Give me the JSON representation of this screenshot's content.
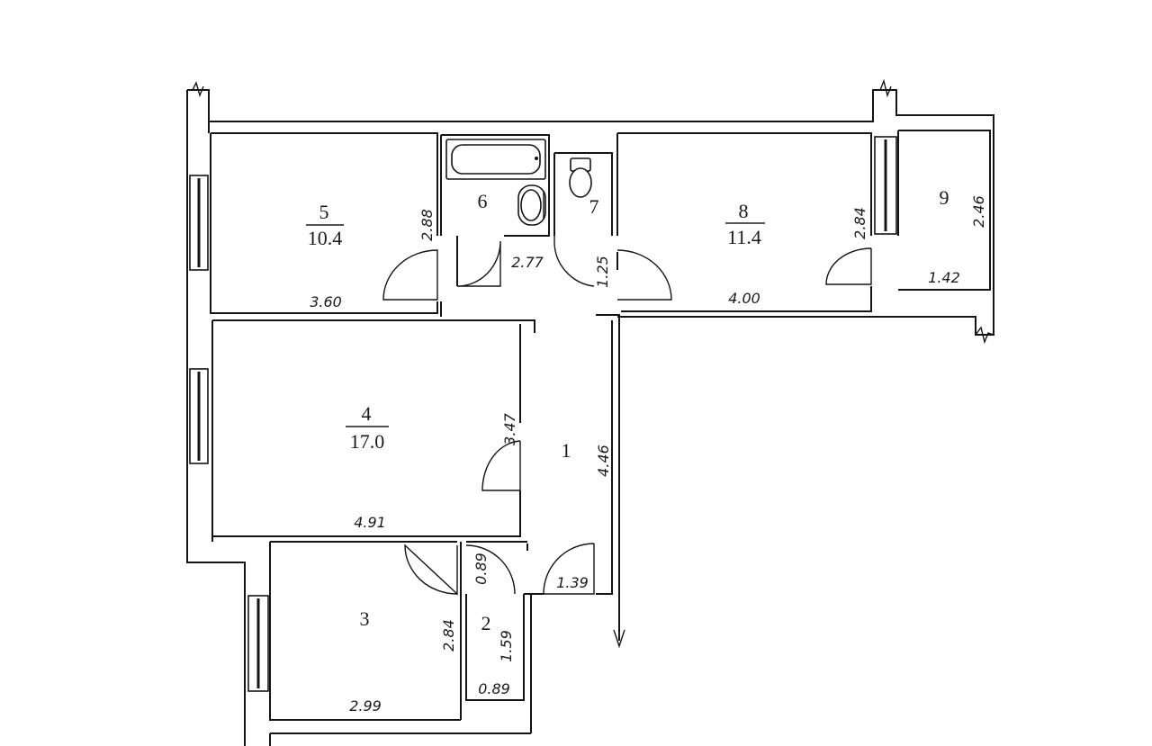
{
  "rooms": [
    {
      "id": "5",
      "number": "5",
      "area": "10.4"
    },
    {
      "id": "6",
      "number": "6"
    },
    {
      "id": "7",
      "number": "7"
    },
    {
      "id": "8",
      "number": "8",
      "area": "11.4"
    },
    {
      "id": "9",
      "number": "9"
    },
    {
      "id": "4",
      "number": "4",
      "area": "17.0"
    },
    {
      "id": "1",
      "number": "1"
    },
    {
      "id": "3",
      "number": "3"
    },
    {
      "id": "2",
      "number": "2"
    }
  ],
  "dimensions": {
    "r5_height": "2.88",
    "r5_width": "3.60",
    "r6_width": "2.77",
    "r7_width": "1.25",
    "r8_height": "2.84",
    "r8_width": "4.00",
    "r9_height": "2.46",
    "r9_width": "1.42",
    "r4_height": "3.47",
    "r4_width": "4.91",
    "r1_height": "4.46",
    "r1_door": "1.39",
    "r2_top": "0.89",
    "r2_height": "1.59",
    "r2_width": "0.89",
    "r3_height": "2.84",
    "r3_width": "2.99"
  },
  "icons": {
    "bathtub": "bathtub-icon",
    "sink": "sink-icon",
    "toilet": "toilet-icon"
  }
}
